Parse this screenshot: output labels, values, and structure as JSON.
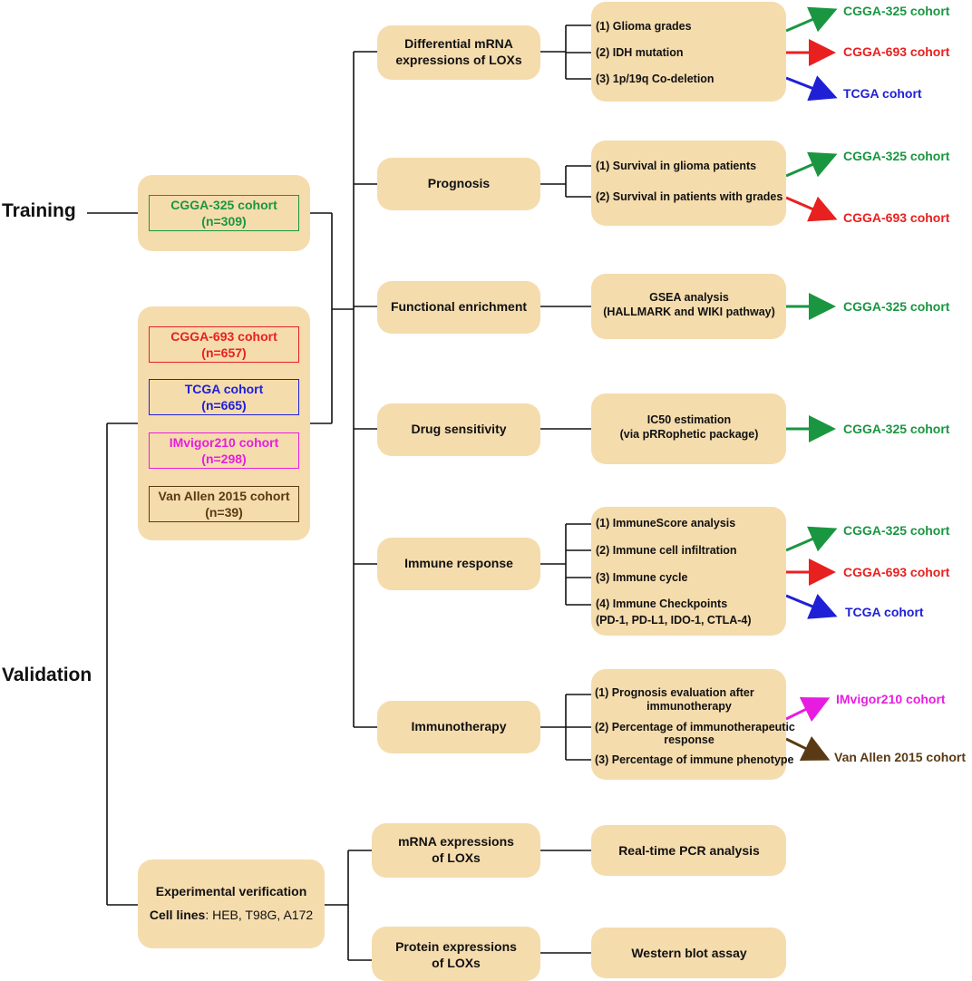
{
  "stage_labels": {
    "training": "Training",
    "validation": "Validation"
  },
  "training_box": {
    "cohort": "CGGA-325 cohort",
    "n": "(n=309)"
  },
  "validation_cohorts": [
    {
      "name": "CGGA-693 cohort",
      "n": "(n=657)",
      "color": "#e8201f"
    },
    {
      "name": "TCGA cohort",
      "n": "(n=665)",
      "color": "#1f20d6"
    },
    {
      "name": "IMvigor210 cohort",
      "n": "(n=298)",
      "color": "#e81ce0"
    },
    {
      "name": "Van Allen 2015 cohort",
      "n": "(n=39)",
      "color": "#5a3a14"
    }
  ],
  "experimental": {
    "title": "Experimental verification",
    "cells_label": "Cell lines",
    "cells": ": HEB, T98G, A172"
  },
  "analyses": [
    {
      "title1": "Differential mRNA",
      "title2": "expressions of LOXs",
      "items": [
        "(1) Glioma grades",
        "(2) IDH mutation",
        "(3) 1p/19q Co-deletion"
      ],
      "targets": [
        "CGGA-325 cohort",
        "CGGA-693 cohort",
        "TCGA cohort"
      ]
    },
    {
      "title1": "Prognosis",
      "items": [
        "(1) Survival in glioma patients",
        "(2) Survival in patients with grades"
      ],
      "targets": [
        "CGGA-325 cohort",
        "CGGA-693 cohort"
      ]
    },
    {
      "title1": "Functional enrichment",
      "items": [
        "GSEA analysis",
        "(HALLMARK and WIKI pathway)"
      ],
      "targets": [
        "CGGA-325 cohort"
      ]
    },
    {
      "title1": "Drug sensitivity",
      "items": [
        "IC50 estimation",
        "(via pRRophetic package)"
      ],
      "targets": [
        "CGGA-325 cohort"
      ]
    },
    {
      "title1": "Immune response",
      "items": [
        "(1) ImmuneScore analysis",
        "(2) Immune cell infiltration",
        "(3) Immune cycle",
        "(4) Immune Checkpoints",
        "(PD-1, PD-L1, IDO-1, CTLA-4)"
      ],
      "targets": [
        "CGGA-325 cohort",
        "CGGA-693 cohort",
        "TCGA cohort"
      ]
    },
    {
      "title1": "Immunotherapy",
      "items": [
        "(1) Prognosis evaluation after",
        "immunotherapy",
        "(2) Percentage of immunotherapeutic",
        "response",
        "(3) Percentage of immune phenotype"
      ],
      "targets": [
        "IMvigor210 cohort",
        "Van Allen 2015 cohort"
      ]
    }
  ],
  "experiments": [
    {
      "title1": "mRNA expressions",
      "title2": "of LOXs",
      "method": "Real-time PCR analysis"
    },
    {
      "title1": "Protein expressions",
      "title2": "of LOXs",
      "method": "Western blot assay"
    }
  ],
  "colors": {
    "box": "#f5dcad",
    "green": "#1a9641",
    "red": "#e8201f",
    "blue": "#1f20d6",
    "magenta": "#e81ce0",
    "brown": "#5a3a14",
    "line": "#111111"
  }
}
